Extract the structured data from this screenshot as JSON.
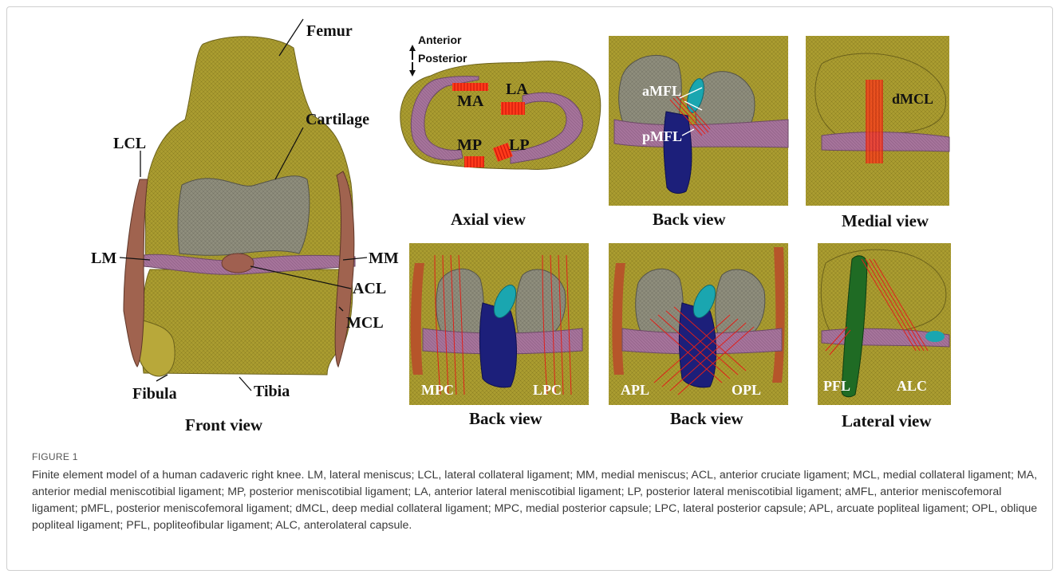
{
  "figure": {
    "label": "FIGURE 1",
    "caption": "Finite element model of a human cadaveric right knee. LM, lateral meniscus; LCL, lateral collateral ligament; MM, medial meniscus; ACL, anterior cruciate ligament; MCL, medial collateral ligament; MA, anterior medial meniscotibial ligament; MP, posterior meniscotibial ligament; LA, anterior lateral meniscotibial ligament; LP, posterior lateral meniscotibial ligament; aMFL, anterior meniscofemoral ligament; pMFL, posterior meniscofemoral ligament; dMCL, deep medial collateral ligament; MPC, medial posterior capsule; LPC, lateral posterior capsule; APL, arcuate popliteal ligament; OPL, oblique popliteal ligament; PFL, popliteofibular ligament; ALC, anterolateral capsule."
  },
  "front": {
    "title": "Front view",
    "labels": {
      "femur": "Femur",
      "cartilage": "Cartilage",
      "lcl": "LCL",
      "lm": "LM",
      "mm": "MM",
      "acl": "ACL",
      "mcl": "MCL",
      "fibula": "Fibula",
      "tibia": "Tibia"
    }
  },
  "axial": {
    "title": "Axial view",
    "anterior": "Anterior",
    "posterior": "Posterior",
    "labels": {
      "ma": "MA",
      "la": "LA",
      "mp": "MP",
      "lp": "LP"
    }
  },
  "back1": {
    "title": "Back view",
    "labels": {
      "amfl": "aMFL",
      "pmfl": "pMFL"
    }
  },
  "medial": {
    "title": "Medial view",
    "labels": {
      "dmcl": "dMCL"
    }
  },
  "back2": {
    "title": "Back view",
    "labels": {
      "mpc": "MPC",
      "lpc": "LPC"
    }
  },
  "back3": {
    "title": "Back view",
    "labels": {
      "apl": "APL",
      "opl": "OPL"
    }
  },
  "lateral": {
    "title": "Lateral view",
    "labels": {
      "pfl": "PFL",
      "alc": "ALC"
    }
  },
  "colors": {
    "bone": "#a99a2e",
    "bone_dark": "#7f7320",
    "cartilage": "#8f8f80",
    "meniscus": "#9a6a8e",
    "ligament": "#a0634f",
    "ligament_red": "#e0201a",
    "acl_blue": "#1c1f7a",
    "pcl_cyan": "#1aa6b0",
    "green_lig": "#1f6b24"
  }
}
